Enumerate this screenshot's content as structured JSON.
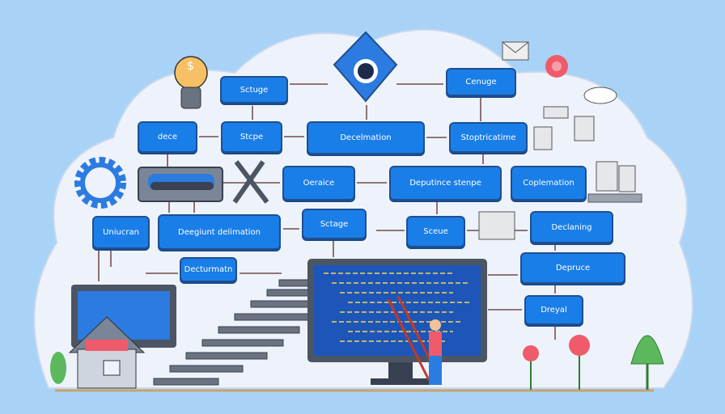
{
  "boxes": [
    {
      "id": "sctuge",
      "label": "Sctuge"
    },
    {
      "id": "cenuge",
      "label": "Cenuge"
    },
    {
      "id": "dece",
      "label": "dece"
    },
    {
      "id": "stcpe",
      "label": "Stcpe"
    },
    {
      "id": "decelmation",
      "label": "Decelmation"
    },
    {
      "id": "stoptricatime",
      "label": "Stoptricatime"
    },
    {
      "id": "oeraice",
      "label": "Oeraice"
    },
    {
      "id": "deputince",
      "label": "Deputince stenpe"
    },
    {
      "id": "coplemation",
      "label": "Coplemation"
    },
    {
      "id": "uniucran",
      "label": "Uniucran"
    },
    {
      "id": "deegiunt",
      "label": "Deegiunt delimation"
    },
    {
      "id": "sctage",
      "label": "Sctage"
    },
    {
      "id": "sceue",
      "label": "Sceue"
    },
    {
      "id": "declaning",
      "label": "Declaning"
    },
    {
      "id": "decturmatn",
      "label": "Decturmatn"
    },
    {
      "id": "depruce",
      "label": "Depruce"
    },
    {
      "id": "dreyal",
      "label": "Dreyal"
    }
  ],
  "bulb_symbol": "$",
  "colors": {
    "background": "#a9d2f7",
    "cloud": "#eef3fb",
    "box": "#1a7ee8",
    "arrow": "#5a2a2a",
    "screen": "#1d56b8"
  }
}
